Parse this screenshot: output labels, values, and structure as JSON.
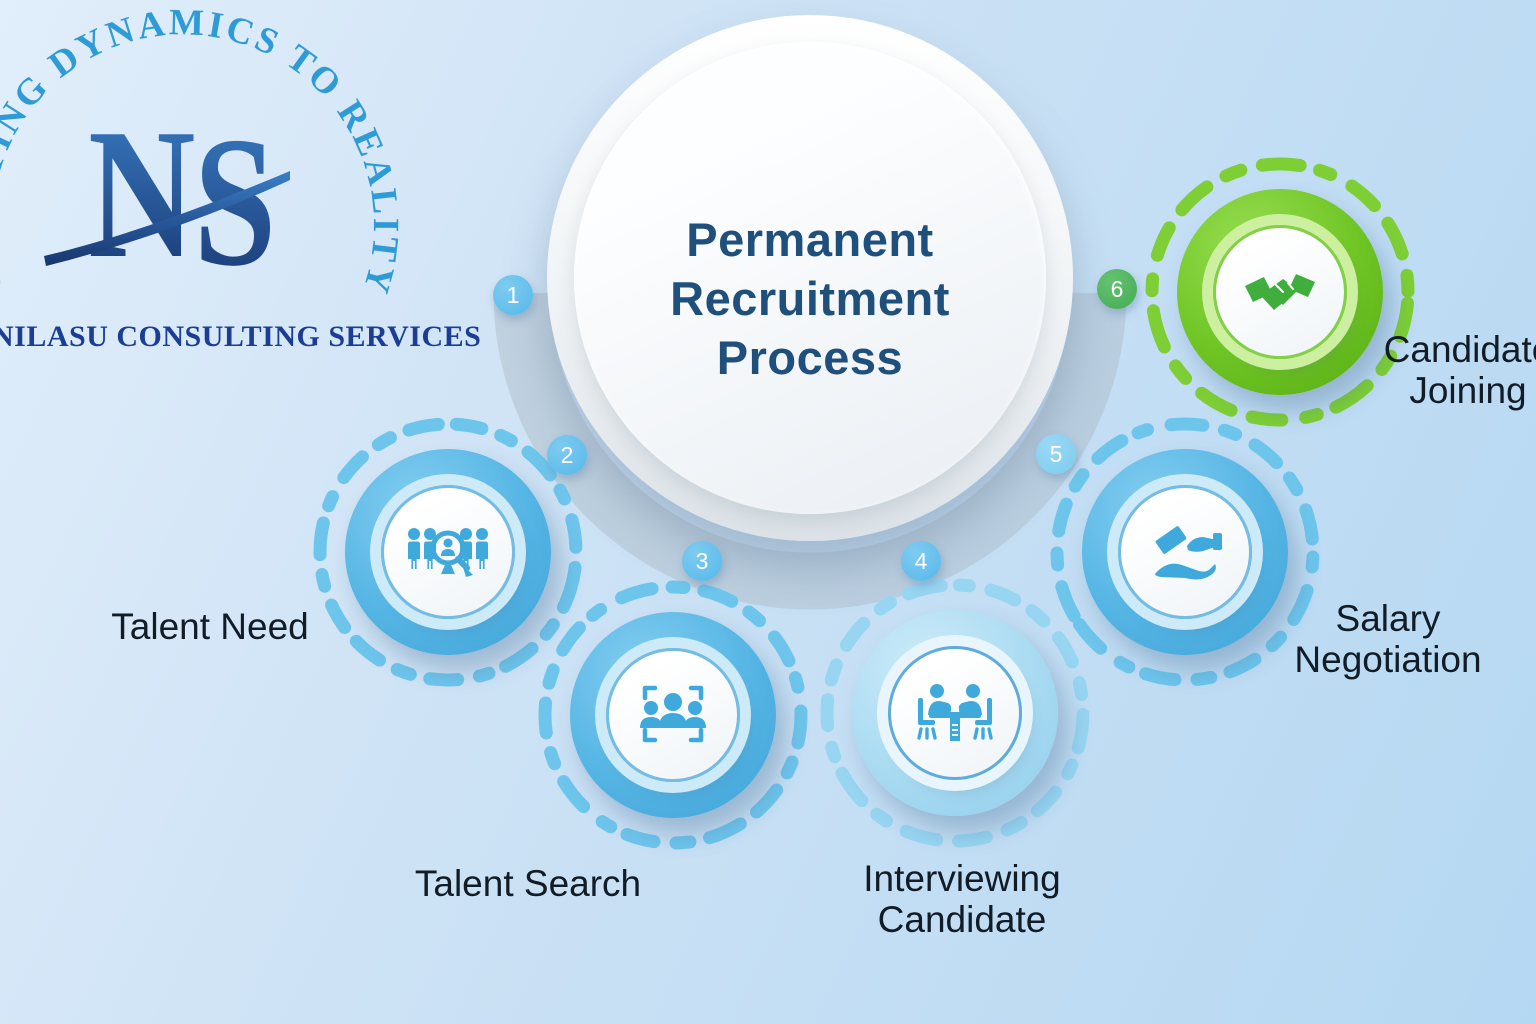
{
  "brand": {
    "tagline": "CRAFTING DYNAMICS TO REALITY",
    "monogram_letters": [
      "N",
      "S"
    ],
    "company_name": "NILASU CONSULTING SERVICES"
  },
  "title": {
    "line1": "Permanent",
    "line2": "Recruitment",
    "line3": "Process"
  },
  "badges": [
    "1",
    "2",
    "3",
    "4",
    "5",
    "6"
  ],
  "steps": [
    {
      "line1": "Talent Need",
      "line2": "",
      "icon": "people-magnifier-icon"
    },
    {
      "line1": "Talent Search",
      "line2": "",
      "icon": "team-select-icon"
    },
    {
      "line1": "Interviewing",
      "line2": "Candidate",
      "icon": "interview-table-icon"
    },
    {
      "line1": "Salary",
      "line2": "Negotiation",
      "icon": "salary-hands-icon"
    },
    {
      "line1": "Candidate",
      "line2": "Joining",
      "icon": "handshake-icon"
    }
  ],
  "colors": {
    "bg_top": "#e1eefb",
    "bg_mid": "#cde2f5",
    "bg_bottom": "#b5d8f2",
    "arc_gray": "#a9b7c2",
    "title_color": "#1f4f7b",
    "label_color": "#111c26",
    "brand_sky": "#2e9bd6",
    "brand_navy": "#1b3e94",
    "badge_blue": "#55b8e9",
    "badge_blue_light": "#7accf0",
    "badge_green": "#42ab52",
    "disc_blue": "#55b5e4",
    "disc_blue_hi": "#83cdf0",
    "disc_blue_deep": "#3fa2d6",
    "disc_lt": "#a9dbf2",
    "disc_lt_hi": "#cdebf8",
    "disc_lt_deep": "#8fcceb",
    "disc_green": "#6fc524",
    "disc_green_hi": "#97dd52",
    "disc_green_deep": "#55a912",
    "ring_rim_blue": "#cdeaf8",
    "ring_line_blue": "#74bce2",
    "ring_rim_light": "#e8f5fc",
    "ring_line_light": "#5facdb",
    "ring_rim_green": "#cdefa0",
    "ring_line_green": "#84cf4a",
    "dash_blue": "#6ec5ec",
    "dash_blue_light": "#97d5f1",
    "dash_green": "#7ecf35",
    "icon_blue": "#3fa9dc",
    "icon_green": "#3fae3d",
    "inner_bg": "#f2f6f9"
  }
}
